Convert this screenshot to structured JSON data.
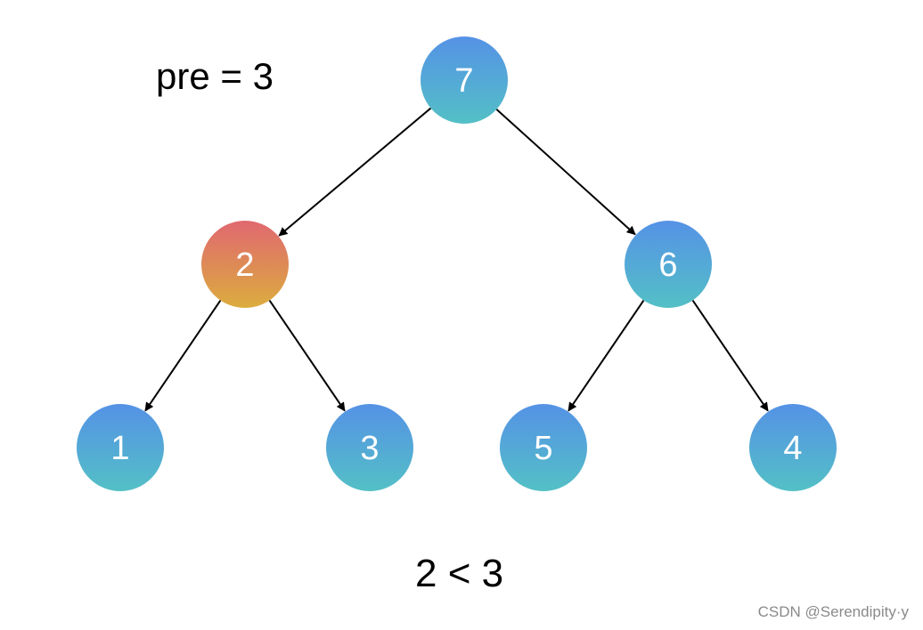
{
  "pre_label": "pre = 3",
  "comparison": "2 < 3",
  "watermark": "CSDN @Serendipity·y",
  "colors": {
    "node_blue_top": "#5592e6",
    "node_blue_bottom": "#54c0c6",
    "node_highlight_top": "#e06870",
    "node_highlight_bottom": "#dcac3e",
    "edge": "#000000",
    "node_text": "#ffffff"
  },
  "tree": {
    "nodes": [
      {
        "id": "n7",
        "value": "7",
        "highlighted": false
      },
      {
        "id": "n2",
        "value": "2",
        "highlighted": true
      },
      {
        "id": "n6",
        "value": "6",
        "highlighted": false
      },
      {
        "id": "n1",
        "value": "1",
        "highlighted": false
      },
      {
        "id": "n3",
        "value": "3",
        "highlighted": false
      },
      {
        "id": "n5",
        "value": "5",
        "highlighted": false
      },
      {
        "id": "n4",
        "value": "4",
        "highlighted": false
      }
    ],
    "edges": [
      {
        "from": "n7",
        "to": "n2"
      },
      {
        "from": "n7",
        "to": "n6"
      },
      {
        "from": "n2",
        "to": "n1"
      },
      {
        "from": "n2",
        "to": "n3"
      },
      {
        "from": "n6",
        "to": "n5"
      },
      {
        "from": "n6",
        "to": "n4"
      }
    ]
  }
}
